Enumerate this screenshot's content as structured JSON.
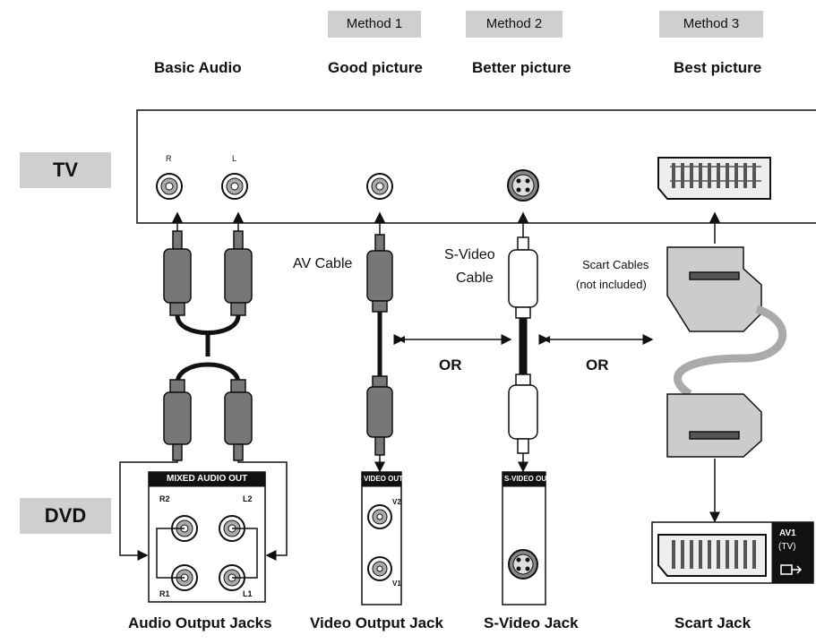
{
  "methods": [
    {
      "tab": "Method 1",
      "heading": "Good picture"
    },
    {
      "tab": "Method 2",
      "heading": "Better picture"
    },
    {
      "tab": "Method 3",
      "heading": "Best picture"
    }
  ],
  "basic_heading": "Basic Audio",
  "tv_label": "TV",
  "dvd_label": "DVD",
  "tv_jacks": {
    "r": "R",
    "l": "L"
  },
  "cables": {
    "av": "AV Cable",
    "svideo_line1": "S-Video",
    "svideo_line2": "Cable",
    "scart_line1": "Scart Cables",
    "scart_line2": "(not included)"
  },
  "or_label": "OR",
  "panels": {
    "mixed_audio_out": "MIXED AUDIO OUT",
    "r2": "R2",
    "l2": "L2",
    "r1": "R1",
    "l1": "L1",
    "video_out": "VIDEO OUT",
    "v2": "V2",
    "v1": "V1",
    "svideo_out": "S-VIDEO OUT",
    "av1_line1": "AV1",
    "av1_line2": "(TV)"
  },
  "footers": {
    "audio": "Audio Output Jacks",
    "video": "Video Output Jack",
    "svideo": "S-Video Jack",
    "scart": "Scart Jack"
  }
}
